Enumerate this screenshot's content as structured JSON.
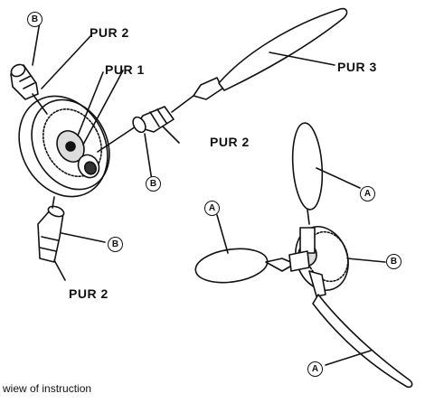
{
  "labels": {
    "pur1": "PUR 1",
    "pur2_top": "PUR 2",
    "pur2_mid": "PUR 2",
    "pur2_bottom": "PUR 2",
    "pur3": "PUR 3"
  },
  "badges": {
    "b_top_left": "B",
    "b_mid": "B",
    "b_lower_left": "B",
    "b_right": "B",
    "a_blade_top": "A",
    "a_blade_left": "A",
    "a_blade_bottom": "A"
  },
  "caption": "wiew of instruction"
}
